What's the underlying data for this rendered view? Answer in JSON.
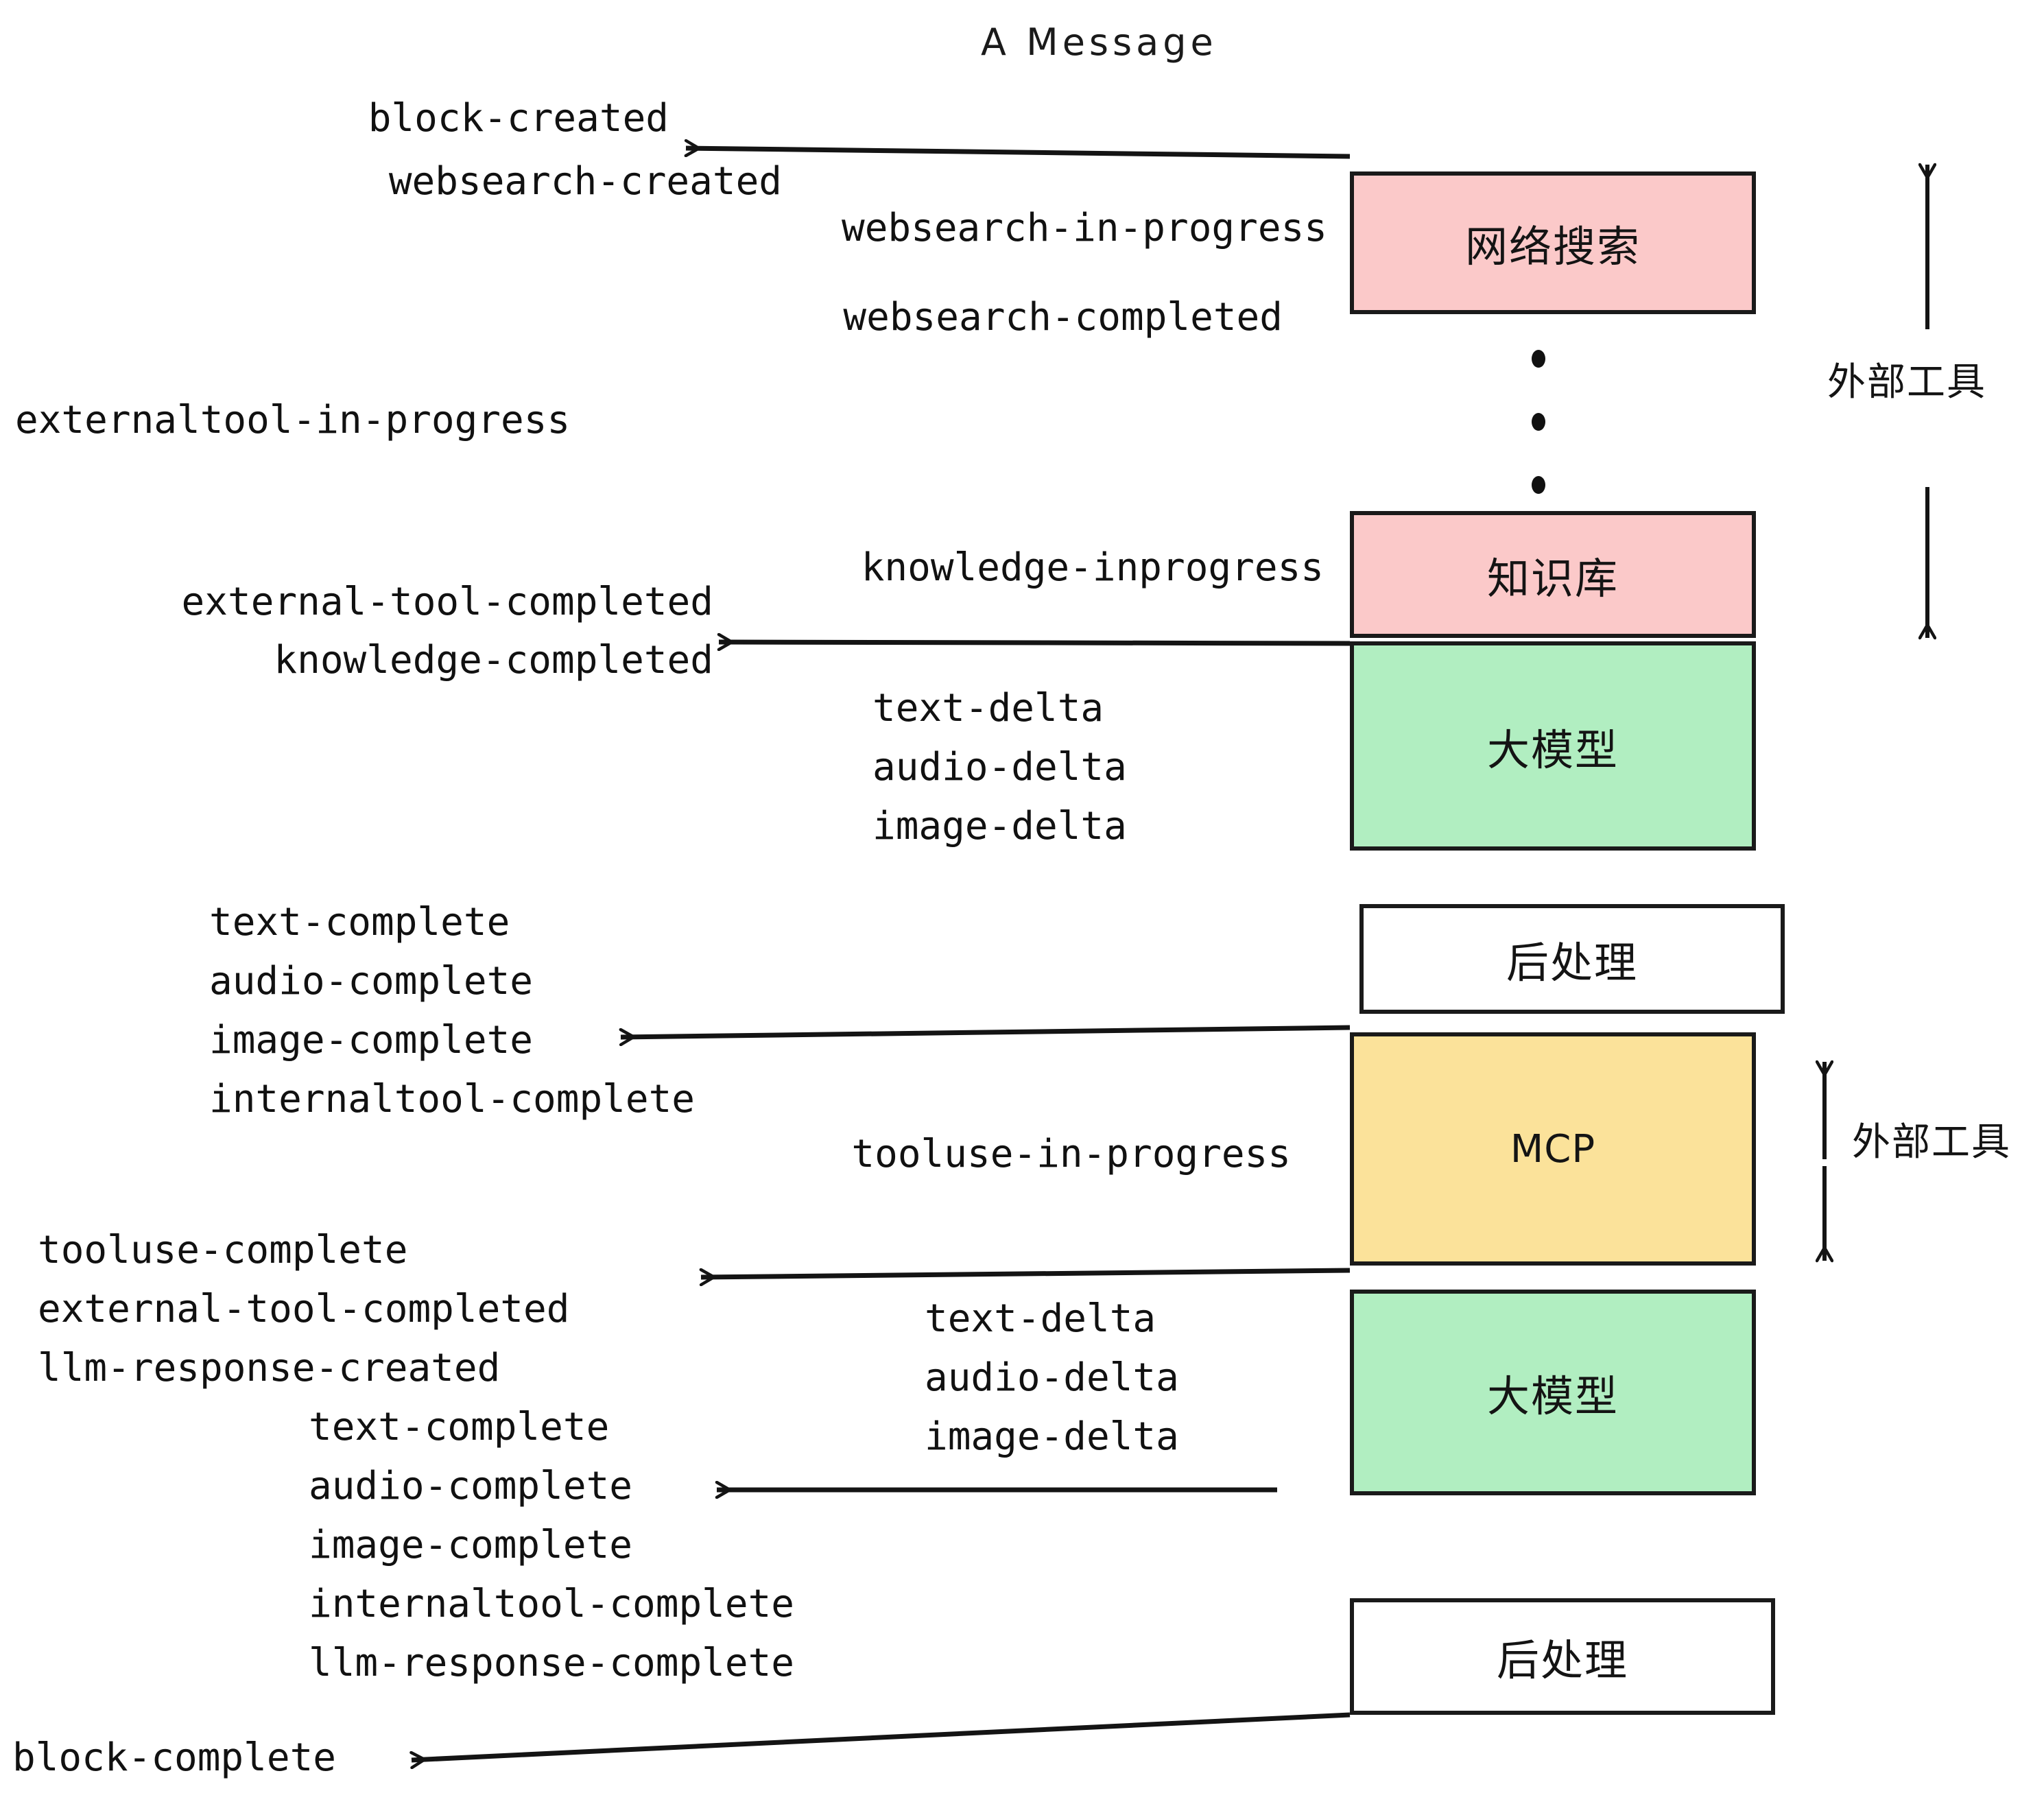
{
  "title": "A Message",
  "nodes": [
    {
      "id": "websearch",
      "label": "网络搜索",
      "color": "#fbc9c9"
    },
    {
      "id": "knowledge",
      "label": "知识库",
      "color": "#fbc9c9"
    },
    {
      "id": "llm1",
      "label": "大模型",
      "color": "#b1eec1"
    },
    {
      "id": "post1",
      "label": "后处理",
      "color": "#ffffff"
    },
    {
      "id": "mcp",
      "label": "MCP",
      "color": "#fbe29a"
    },
    {
      "id": "llm2",
      "label": "大模型",
      "color": "#b1eec1"
    },
    {
      "id": "post2",
      "label": "后处理",
      "color": "#ffffff"
    }
  ],
  "group_labels": [
    {
      "id": "external-tools-top",
      "label": "外部工具"
    },
    {
      "id": "external-tools-bottom",
      "label": "外部工具"
    }
  ],
  "events": [
    {
      "id": "block-created",
      "text": "block-created"
    },
    {
      "id": "websearch-created",
      "text": "websearch-created"
    },
    {
      "id": "websearch-in-progress",
      "text": "websearch-in-progress"
    },
    {
      "id": "websearch-completed",
      "text": "websearch-completed"
    },
    {
      "id": "externaltool-in-progress",
      "text": "externaltool-in-progress"
    },
    {
      "id": "knowledge-inprogress",
      "text": "knowledge-inprogress"
    },
    {
      "id": "external-tool-completed-1",
      "text": "external-tool-completed"
    },
    {
      "id": "knowledge-completed",
      "text": "knowledge-completed"
    },
    {
      "id": "text-delta-1",
      "text": "text-delta"
    },
    {
      "id": "audio-delta-1",
      "text": "audio-delta"
    },
    {
      "id": "image-delta-1",
      "text": "image-delta"
    },
    {
      "id": "text-complete-1",
      "text": "text-complete"
    },
    {
      "id": "audio-complete-1",
      "text": "audio-complete"
    },
    {
      "id": "image-complete-1",
      "text": "image-complete"
    },
    {
      "id": "internaltool-complete-1",
      "text": "internaltool-complete"
    },
    {
      "id": "tooluse-in-progress",
      "text": "tooluse-in-progress"
    },
    {
      "id": "tooluse-complete",
      "text": "tooluse-complete"
    },
    {
      "id": "external-tool-completed-2",
      "text": "external-tool-completed"
    },
    {
      "id": "llm-response-created",
      "text": "llm-response-created"
    },
    {
      "id": "text-delta-2",
      "text": "text-delta"
    },
    {
      "id": "audio-delta-2",
      "text": "audio-delta"
    },
    {
      "id": "image-delta-2",
      "text": "image-delta"
    },
    {
      "id": "text-complete-2",
      "text": "text-complete"
    },
    {
      "id": "audio-complete-2",
      "text": "audio-complete"
    },
    {
      "id": "image-complete-2",
      "text": "image-complete"
    },
    {
      "id": "internaltool-complete-2",
      "text": "internaltool-complete"
    },
    {
      "id": "llm-response-complete",
      "text": "llm-response-complete"
    },
    {
      "id": "block-complete",
      "text": "block-complete"
    }
  ],
  "colors": {
    "pink": "#fbc9c9",
    "green": "#b1eec1",
    "yellow": "#fbe29a",
    "white": "#ffffff",
    "stroke": "#1a1a1a",
    "background": "#ffffff"
  }
}
